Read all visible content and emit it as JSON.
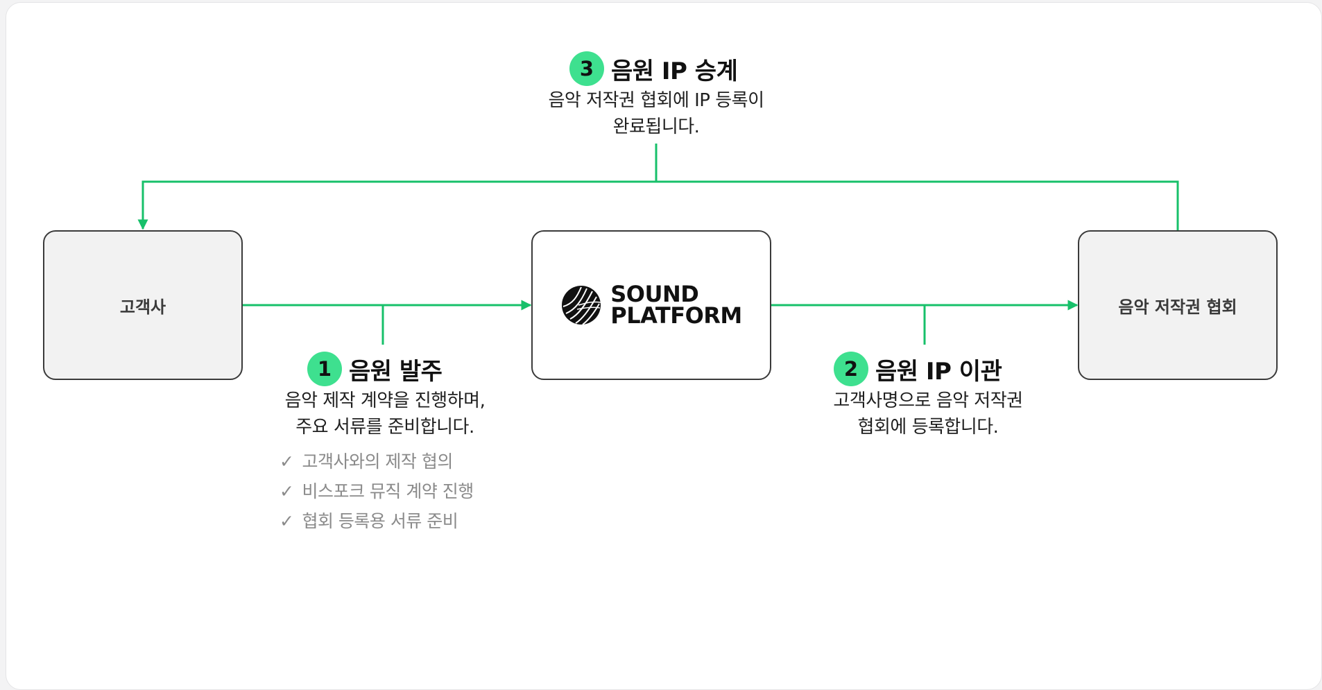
{
  "nodes": {
    "client": "고객사",
    "platform_logo_line1": "SOUND",
    "platform_logo_line2": "PLATFORM",
    "association": "음악 저작권 협회"
  },
  "steps": [
    {
      "number": "1",
      "title": "음원 발주",
      "desc_line1": "음악 제작 계약을 진행하며,",
      "desc_line2": "주요 서류를 준비합니다.",
      "checks": [
        "고객사와의 제작 협의",
        "비스포크 뮤직 계약 진행",
        "협회 등록용 서류 준비"
      ]
    },
    {
      "number": "2",
      "title": "음원 IP 이관",
      "desc_line1": "고객사명으로 음악 저작권",
      "desc_line2": "협회에 등록합니다."
    },
    {
      "number": "3",
      "title": "음원 IP 승계",
      "desc_line1": "음악 저작권 협회에 IP 등록이",
      "desc_line2": "완료됩니다."
    }
  ],
  "check_mark": "✓",
  "colors": {
    "accent": "#17c06a",
    "badge": "#3ee08f",
    "border": "#3a3a3a",
    "box_gray": "#f2f2f2"
  },
  "icons": {
    "logo": "sound-platform-logo-icon",
    "check": "check-icon"
  }
}
